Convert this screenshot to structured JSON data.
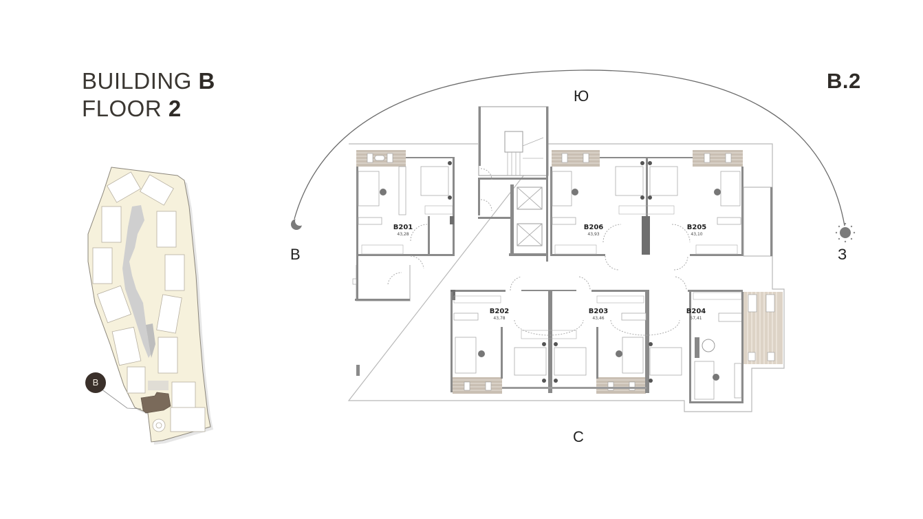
{
  "header": {
    "line1_prefix": "BUILDING ",
    "line1_bold": "B",
    "line2_prefix": "FLOOR ",
    "line2_bold": "2",
    "code": "B.2"
  },
  "compass": {
    "south": "Ю",
    "north": "С",
    "east": "В",
    "west": "З",
    "east_icon": "moon-icon",
    "west_icon": "sun-icon"
  },
  "site_plan": {
    "marker_label": "B",
    "colors": {
      "site_fill": "#f6f1dc",
      "water": "#cfcfcf",
      "highlight_building": "#7a6a5a",
      "marker": "#3a302a"
    }
  },
  "units": [
    {
      "id": "B201",
      "area": "43,28"
    },
    {
      "id": "B206",
      "area": "43,93"
    },
    {
      "id": "B205",
      "area": "43,10"
    },
    {
      "id": "B202",
      "area": "43,78"
    },
    {
      "id": "B203",
      "area": "43,46"
    },
    {
      "id": "B204",
      "area": "57,41"
    }
  ],
  "colors": {
    "wall": "#8a8a8a",
    "wall_dark": "#6e6e6e",
    "balcony": "#c9bfb3",
    "outline": "#b8b8b8",
    "arc": "#6b6b6b",
    "title": "#3a3631"
  }
}
